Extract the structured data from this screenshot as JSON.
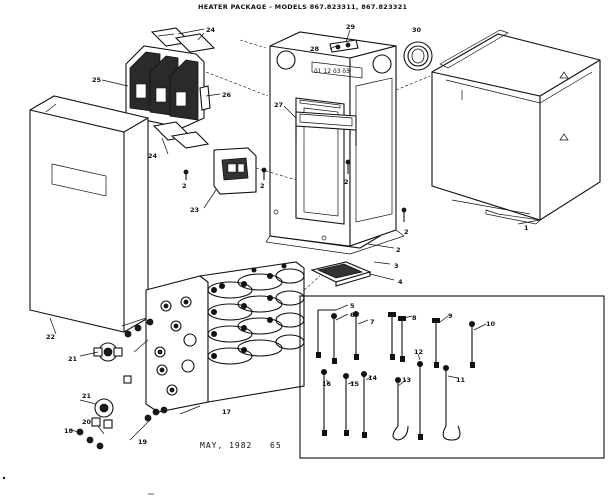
{
  "diagram": {
    "title": "HEATER PACKAGE - MODELS 867.823311, 867.823321",
    "date_code": "MAY, 1982",
    "sheet_code": "65",
    "callouts": [
      "1",
      "2",
      "3",
      "4",
      "5",
      "6",
      "7",
      "8",
      "9",
      "10",
      "11",
      "12",
      "13",
      "14",
      "15",
      "16",
      "17",
      "18",
      "19",
      "20",
      "21",
      "22",
      "23",
      "24",
      "25",
      "26",
      "27",
      "28",
      "29",
      "30"
    ],
    "labels": [
      {
        "id": "l1",
        "text": "1"
      },
      {
        "id": "l2a",
        "text": "2"
      },
      {
        "id": "l2b",
        "text": "2"
      },
      {
        "id": "l2c",
        "text": "2"
      },
      {
        "id": "l2d",
        "text": "2"
      },
      {
        "id": "l2e",
        "text": "2"
      },
      {
        "id": "l3",
        "text": "3"
      },
      {
        "id": "l4",
        "text": "4"
      },
      {
        "id": "l5",
        "text": "5"
      },
      {
        "id": "l6",
        "text": "6"
      },
      {
        "id": "l7",
        "text": "7"
      },
      {
        "id": "l8",
        "text": "8"
      },
      {
        "id": "l9",
        "text": "9"
      },
      {
        "id": "l10",
        "text": "10"
      },
      {
        "id": "l11",
        "text": "11"
      },
      {
        "id": "l12",
        "text": "12"
      },
      {
        "id": "l13",
        "text": "13"
      },
      {
        "id": "l14",
        "text": "14"
      },
      {
        "id": "l15",
        "text": "15"
      },
      {
        "id": "l16",
        "text": "16"
      },
      {
        "id": "l17",
        "text": "17"
      },
      {
        "id": "l18",
        "text": "18"
      },
      {
        "id": "l19",
        "text": "19"
      },
      {
        "id": "l20",
        "text": "20"
      },
      {
        "id": "l21a",
        "text": "21"
      },
      {
        "id": "l21b",
        "text": "21"
      },
      {
        "id": "l22",
        "text": "22"
      },
      {
        "id": "l23",
        "text": "23"
      },
      {
        "id": "l24a",
        "text": "24"
      },
      {
        "id": "l24b",
        "text": "24"
      },
      {
        "id": "l25",
        "text": "25"
      },
      {
        "id": "l26",
        "text": "26"
      },
      {
        "id": "l27",
        "text": "27"
      },
      {
        "id": "l28",
        "text": "28"
      },
      {
        "id": "l29",
        "text": "29"
      },
      {
        "id": "l30",
        "text": "30"
      }
    ]
  }
}
